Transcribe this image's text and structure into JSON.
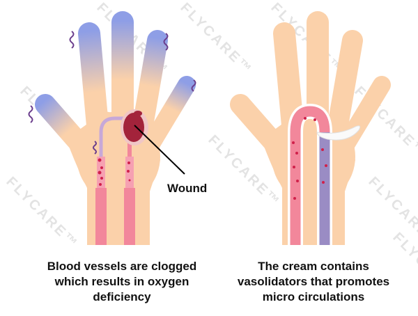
{
  "watermark": "FLYCARE™",
  "left_panel": {
    "wound_label": "Wound",
    "caption": [
      "Blood vessels are clogged",
      "which results in oxygen",
      "deficiency"
    ]
  },
  "right_panel": {
    "caption": [
      "The cream contains",
      "vasolidators that promotes",
      "micro circulations"
    ]
  },
  "colors": {
    "skin": "#fbd1aa",
    "cold_tip": "#8e9ee6",
    "vessel": "#f2879b",
    "vessel_dark": "#9a8cc4",
    "blood_cell": "#d0204a",
    "wound": "#a3233b"
  }
}
